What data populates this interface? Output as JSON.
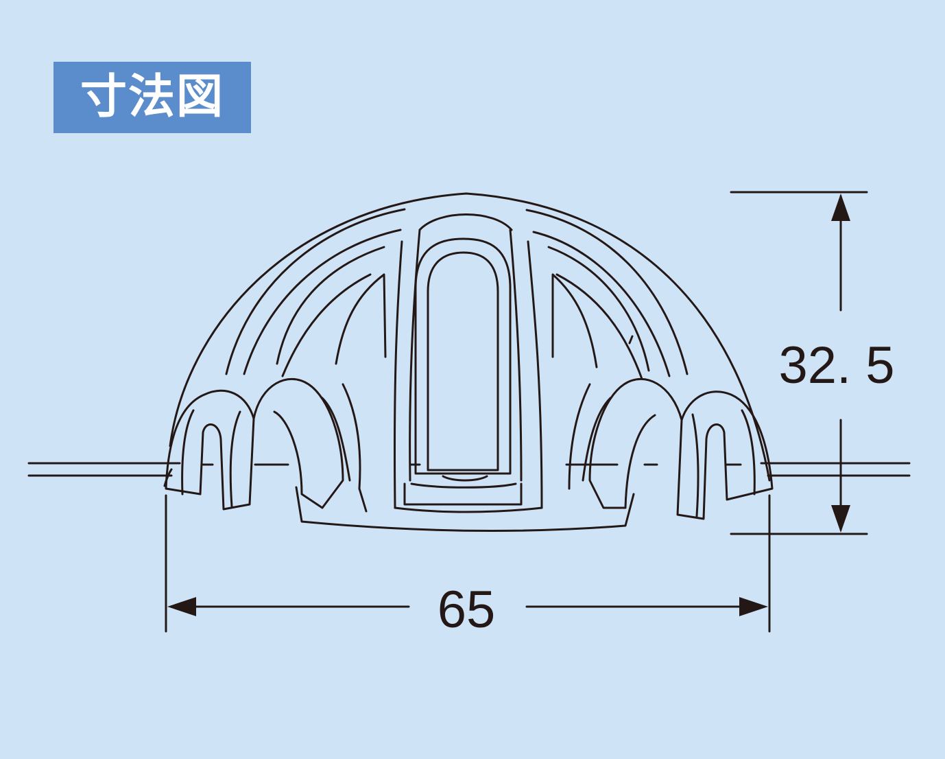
{
  "title": "寸法図",
  "dimensions": {
    "width_label": "65",
    "height_label": "32. 5"
  },
  "colors": {
    "background": "#cfe3f7",
    "title_bg": "#5b8ccb",
    "title_text": "#ffffff",
    "line": "#231815"
  }
}
